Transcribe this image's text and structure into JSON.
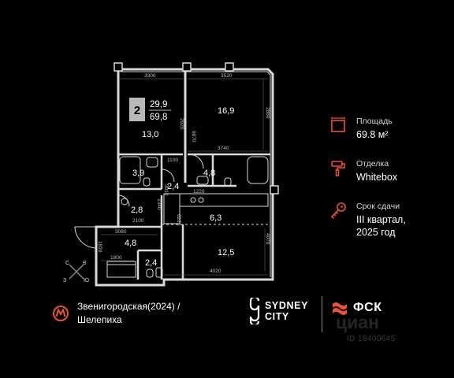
{
  "apartment": {
    "rooms_count": "2",
    "living_area": "29,9",
    "total_area": "69,8"
  },
  "rooms": [
    {
      "area": "13,0"
    },
    {
      "area": "16,9"
    },
    {
      "area": "3,9"
    },
    {
      "area": "4,8"
    },
    {
      "area": "2,4"
    },
    {
      "area": "2,8"
    },
    {
      "area": "6,3"
    },
    {
      "area": "4,8"
    },
    {
      "area": "2,4"
    },
    {
      "area": "12,5"
    }
  ],
  "dimensions": [
    "3300",
    "3520",
    "2920",
    "2880",
    "6070",
    "3740",
    "1100",
    "1220",
    "3010",
    "1340",
    "2100",
    "3080",
    "1820",
    "1800",
    "6220",
    "4070",
    "4020"
  ],
  "compass": {
    "n": "С",
    "e": "В",
    "w": "З",
    "s": "Ю"
  },
  "info": {
    "area_label": "Площадь",
    "area_value": "69.8 м²",
    "finish_label": "Отделка",
    "finish_value": "Whitebox",
    "delivery_label": "Срок сдачи",
    "delivery_value_1": "III квартал,",
    "delivery_value_2": "2025 год"
  },
  "metro": {
    "line1": "Звенигородская(2024) /",
    "line2": "Шелепиха"
  },
  "brand": {
    "project_line1": "SYDNEY",
    "project_line2": "CITY",
    "developer": "ФСК"
  },
  "watermark": {
    "text": "циан",
    "id": "ID 18400645"
  },
  "colors": {
    "accent": "#e8542b",
    "metro": "#e8542b",
    "background": "#000000",
    "walls": "#d9d9d9",
    "badge": "#b9b9b9"
  }
}
